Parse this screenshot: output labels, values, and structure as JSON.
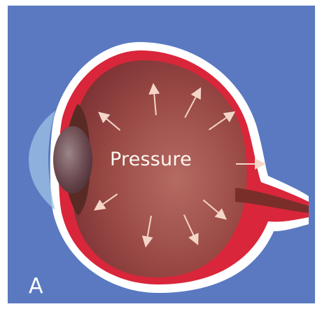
{
  "diagram": {
    "panel_letter": "A",
    "center_label": "Pressure",
    "colors": {
      "background": "#5a79c1",
      "sclera": "#ffffff",
      "choroid": "#d9263a",
      "interior": "#a0504a",
      "lens": "#7a5a5e",
      "cornea": "#9fc3e6",
      "arrow": "#f3d6c8"
    },
    "arrow_count": 9
  }
}
